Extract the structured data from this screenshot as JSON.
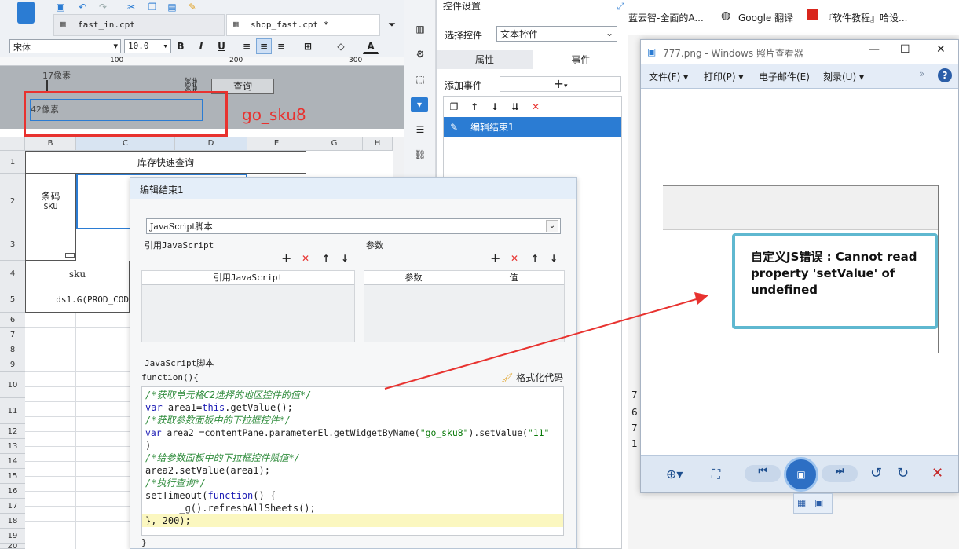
{
  "editor": {
    "tabs": [
      {
        "label": "fast_in.cpt"
      },
      {
        "label": "shop_fast.cpt *"
      }
    ],
    "font_name": "宋体",
    "font_size": "10.0",
    "canvas": {
      "label_top": "17像素",
      "label_mid": "42像素",
      "query_button": "查询",
      "annotation": "go_sku8",
      "ruler_100": "100",
      "ruler_200": "200",
      "ruler_300": "300"
    },
    "sheet": {
      "columns": [
        "B",
        "C",
        "D",
        "E",
        "G",
        "H"
      ],
      "rows": [
        "1",
        "2",
        "3",
        "4",
        "5",
        "6",
        "7",
        "8",
        "9",
        "10",
        "11",
        "12",
        "13",
        "14",
        "15",
        "16",
        "17",
        "18",
        "19",
        "20"
      ],
      "title_cell": "库存快速查询",
      "barcode_label": "条码",
      "barcode_sub": "SKU",
      "sku_label": "sku",
      "formula_cell": "ds1.G(PROD_COD"
    }
  },
  "panel": {
    "title": "控件设置",
    "select_label": "选择控件",
    "select_value": "文本控件",
    "tab_attr": "属性",
    "tab_event": "事件",
    "add_event_label": "添加事件",
    "event_item": "编辑结束1"
  },
  "dialog": {
    "title": "编辑结束1",
    "script_type": "JavaScript脚本",
    "ref_js_label": "引用JavaScript",
    "params_label": "参数",
    "ref_js_col": "引用JavaScript",
    "param_col": "参数",
    "value_col": "值",
    "js_section_label": "JavaScript脚本",
    "format_code": "格式化代码",
    "func_open": "function(){",
    "func_close": "}",
    "code": [
      {
        "kind": "cmt",
        "text": "/*获取单元格C2选择的地区控件的值*/"
      },
      {
        "kind": "mixed1",
        "text": ""
      },
      {
        "kind": "cmt",
        "text": "/*获取参数面板中的下拉框控件*/"
      },
      {
        "kind": "mixed2",
        "text": ""
      },
      {
        "kind": "plain",
        "text": ")"
      },
      {
        "kind": "cmt",
        "text": "/*给参数面板中的下拉框控件赋值*/"
      },
      {
        "kind": "plain",
        "text": "area2.setValue(area1);"
      },
      {
        "kind": "cmt",
        "text": "/*执行查询*/"
      },
      {
        "kind": "mixed3",
        "text": ""
      },
      {
        "kind": "plain",
        "text": "      _g().refreshAllSheets();"
      },
      {
        "kind": "plain_hl",
        "text": "}, 200);"
      }
    ],
    "code_parts": {
      "l2_kw": "var",
      "l2_a": " area1=",
      "l2_this": "this",
      "l2_b": ".getValue();",
      "l4_kw": "var",
      "l4_a": " area2 =contentPane.parameterEl.getWidgetByName(",
      "l4_str": "\"go_sku8\"",
      "l4_b": ").setValue(",
      "l4_str2": "\"11\"",
      "l9_a": "setTimeout(",
      "l9_kw": "function",
      "l9_b": "() {"
    }
  },
  "browser": {
    "bookmarks": [
      "蓝云智-全面的A...",
      "Google 翻译",
      "『软件教程』哈设..."
    ]
  },
  "viewer": {
    "title": "777.png - Windows 照片查看器",
    "menu": [
      "文件(F)",
      "打印(P)",
      "电子邮件(E)",
      "刻录(U)"
    ],
    "error_text": "自定义JS错误 : Cannot read property 'setValue' of undefined",
    "side_digits": [
      "7",
      "6",
      "7",
      "1"
    ]
  },
  "colors": {
    "accent": "#2b7cd3",
    "annotation_red": "#e8322f"
  }
}
